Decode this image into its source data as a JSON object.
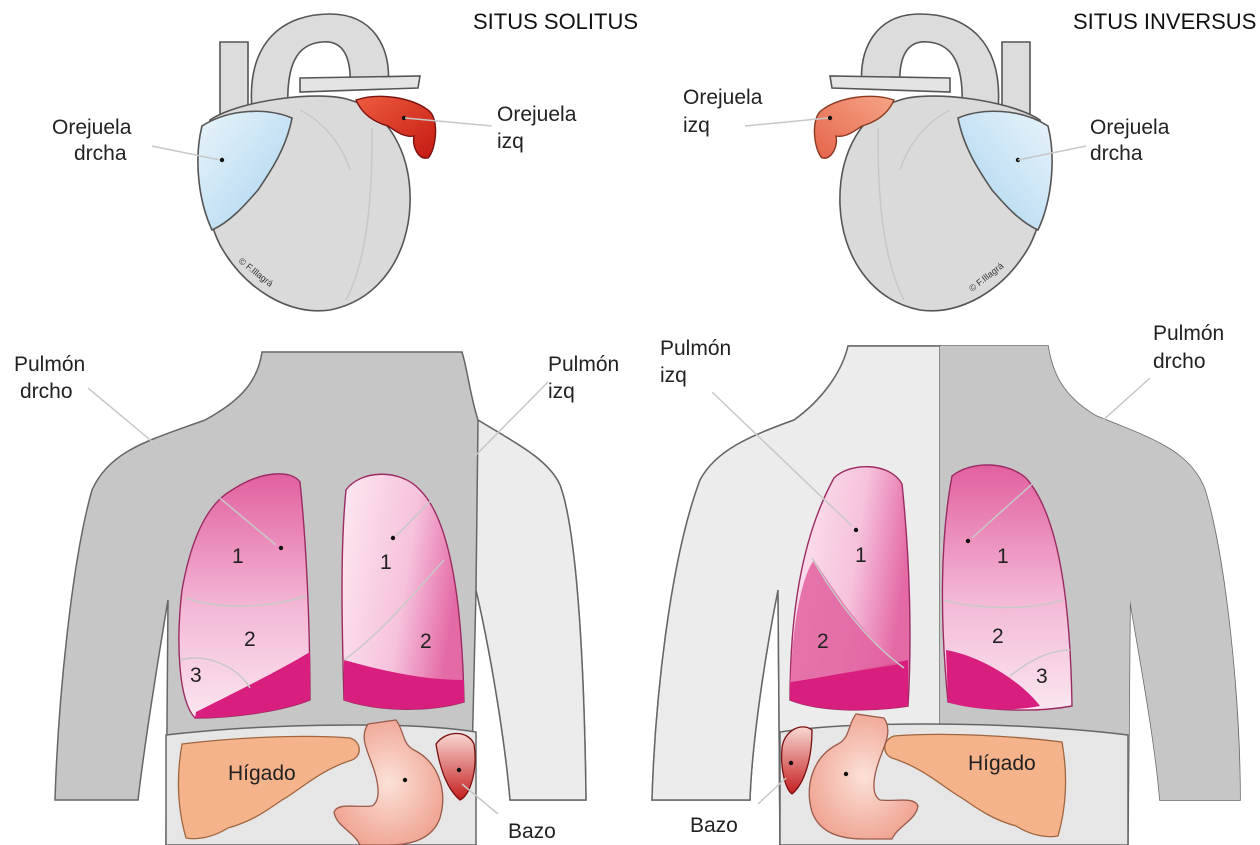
{
  "left": {
    "title": "SITUS SOLITUS",
    "heart": {
      "right_auricle": [
        "Orejuela",
        "drcha"
      ],
      "left_auricle": [
        "Orejuela",
        "izq"
      ],
      "copyright": "© F.Illagrá"
    },
    "thorax": {
      "right_lung": [
        "Pulmón",
        "drcho"
      ],
      "left_lung": [
        "Pulmón",
        "izq"
      ],
      "right_lobes": [
        "1",
        "2",
        "3"
      ],
      "left_lobes": [
        "1",
        "2"
      ],
      "liver": "Hígado",
      "spleen": "Bazo"
    }
  },
  "right": {
    "title": "SITUS INVERSUS",
    "heart": {
      "left_auricle": [
        "Orejuela",
        "izq"
      ],
      "right_auricle": [
        "Orejuela",
        "drcha"
      ],
      "copyright": "© F.Illagrá"
    },
    "thorax": {
      "left_lung": [
        "Pulmón",
        "izq"
      ],
      "right_lung": [
        "Pulmón",
        "drcho"
      ],
      "left_lobes": [
        "1",
        "2"
      ],
      "right_lobes": [
        "1",
        "2",
        "3"
      ],
      "liver": "Hígado",
      "spleen": "Bazo"
    }
  },
  "colors": {
    "heart_gray": "#d9d9d9",
    "body_gray": "#c6c6c6",
    "right_auricle": "#cfe6f4",
    "left_auricle_solitus": "#d22418",
    "left_auricle_inversus": "#ec7b60",
    "lung_dark": "#d81f7e",
    "lung_light": "#f7d3e6",
    "liver": "#f5b38c",
    "stomach": "#f3c8bc",
    "spleen": "#c41e1e"
  }
}
